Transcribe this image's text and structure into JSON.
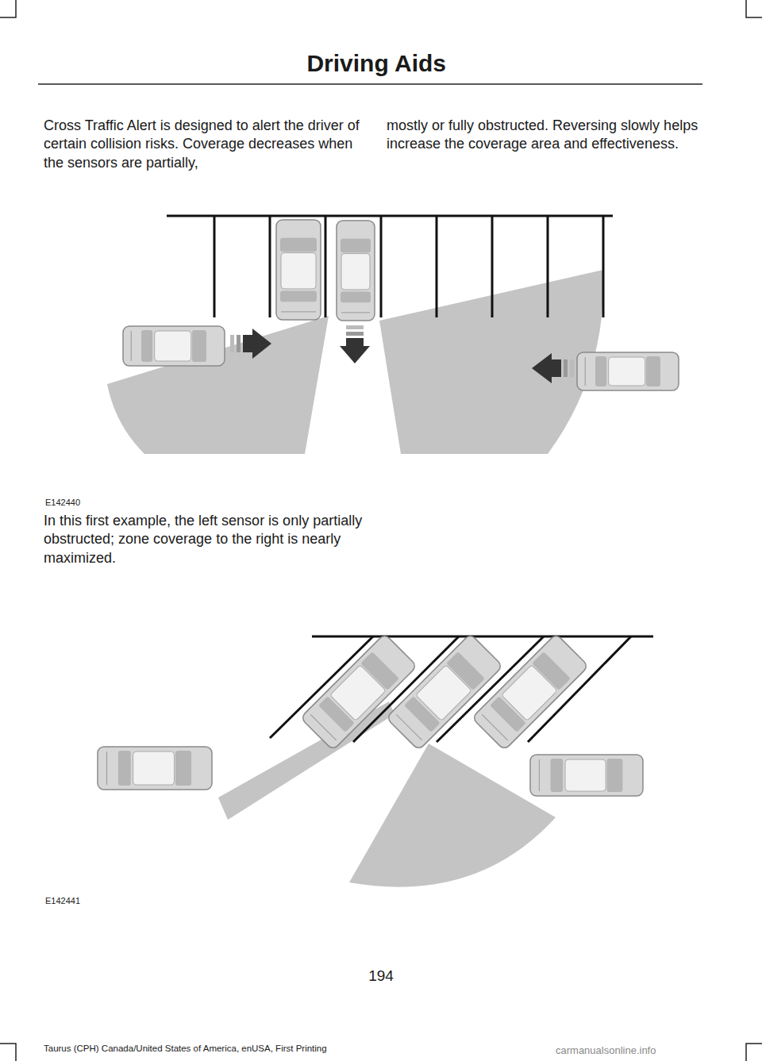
{
  "diagram": {
    "title": "Driving Aids",
    "labels": [
      "Cross Traffic Alert is designed to alert the driver of certain collision risks. Coverage decreases when the sensors are partially,",
      "mostly or fully obstructed. Reversing slowly helps increase the coverage area and effectiveness.",
      "E142440",
      "In this first example, the left sensor is only partially obstructed; zone coverage to the right is nearly maximized.",
      "E142441",
      "194",
      "Taurus (CPH) Canada/United States of America, enUSA, First Printing",
      "carmanualsonline.info"
    ]
  }
}
